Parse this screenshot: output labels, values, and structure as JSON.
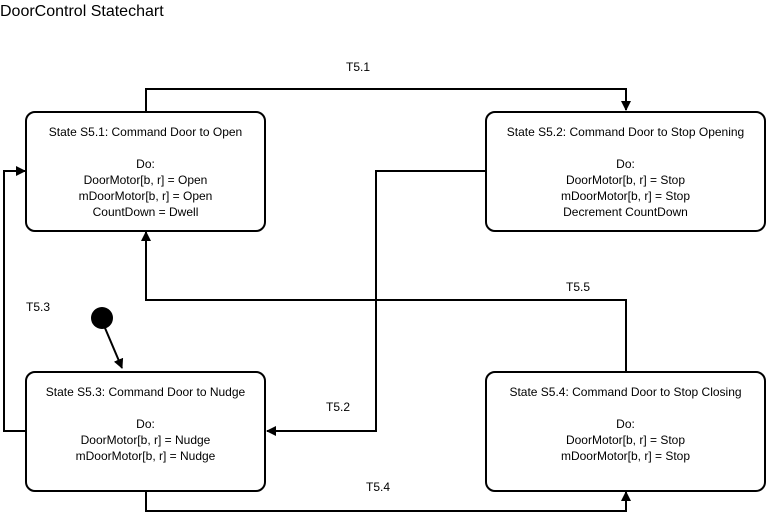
{
  "title": "DoorControl Statechart",
  "states": [
    {
      "id": "s51",
      "name": "State S5.1: Command Door to Open",
      "do_label": "Do:",
      "actions": [
        "DoorMotor[b, r] = Open",
        "mDoorMotor[b, r] = Open",
        "CountDown = Dwell"
      ]
    },
    {
      "id": "s52",
      "name": "State S5.2: Command Door to Stop Opening",
      "do_label": "Do:",
      "actions": [
        "DoorMotor[b, r] = Stop",
        "mDoorMotor[b, r] = Stop",
        "Decrement CountDown"
      ]
    },
    {
      "id": "s53",
      "name": "State S5.3: Command Door to Nudge",
      "do_label": "Do:",
      "actions": [
        "DoorMotor[b, r] = Nudge",
        "mDoorMotor[b, r] = Nudge"
      ]
    },
    {
      "id": "s54",
      "name": "State S5.4: Command Door to Stop Closing",
      "do_label": "Do:",
      "actions": [
        "DoorMotor[b, r] = Stop",
        "mDoorMotor[b, r] = Stop"
      ]
    }
  ],
  "transitions": {
    "t51": "T5.1",
    "t52": "T5.2",
    "t53": "T5.3",
    "t54": "T5.4",
    "t55": "T5.5"
  }
}
